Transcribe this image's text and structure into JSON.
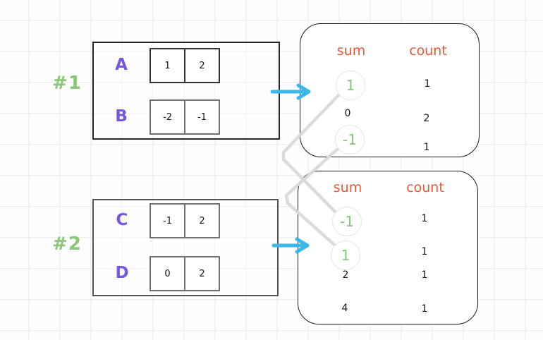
{
  "examples": [
    {
      "label": "#1",
      "arrays": [
        {
          "name": "A",
          "values": [
            "1",
            "2"
          ]
        },
        {
          "name": "B",
          "values": [
            "-2",
            "-1"
          ]
        }
      ]
    },
    {
      "label": "#2",
      "arrays": [
        {
          "name": "C",
          "values": [
            "-1",
            "2"
          ]
        },
        {
          "name": "D",
          "values": [
            "0",
            "2"
          ]
        }
      ]
    }
  ],
  "results": [
    {
      "headers": {
        "sum": "sum",
        "count": "count"
      },
      "rows": [
        {
          "sum": "1",
          "count": "1",
          "highlighted": true
        },
        {
          "sum": "0",
          "count": "2",
          "highlighted": false
        },
        {
          "sum": "-1",
          "count": "1",
          "highlighted": true
        }
      ]
    },
    {
      "headers": {
        "sum": "sum",
        "count": "count"
      },
      "rows": [
        {
          "sum": "-1",
          "count": "1",
          "highlighted": true
        },
        {
          "sum": "1",
          "count": "1",
          "highlighted": true
        },
        {
          "sum": "2",
          "count": "1",
          "highlighted": false
        },
        {
          "sum": "4",
          "count": "1",
          "highlighted": false
        }
      ]
    }
  ],
  "connections": [
    {
      "from": {
        "result": 1,
        "sum": "1"
      },
      "to": {
        "result": 2,
        "sum": "-1"
      }
    },
    {
      "from": {
        "result": 1,
        "sum": "-1"
      },
      "to": {
        "result": 2,
        "sum": "1"
      }
    }
  ],
  "icons": {
    "flow_arrow_1": "right-arrow",
    "flow_arrow_2": "right-arrow"
  },
  "colors": {
    "label_green": "#8cc779",
    "array_purple": "#7757e2",
    "header_orange": "#e25b3b",
    "arrow_cyan": "#3ab7e9",
    "connector_gray": "#d9d9d9",
    "grid": "#f0f0f0"
  }
}
